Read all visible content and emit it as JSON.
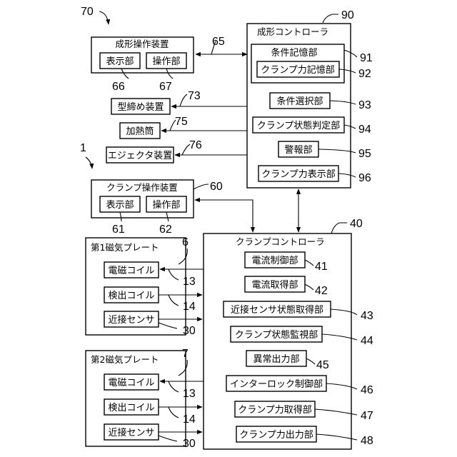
{
  "molding_operation_device": {
    "title": "成形操作装置",
    "display": "表示部",
    "operation": "操作部",
    "ref": "70",
    "ref_link": "65",
    "ref_display": "66",
    "ref_operation": "67"
  },
  "mold_clamping_device": {
    "label": "型締め装置",
    "ref": "73"
  },
  "heating_cylinder": {
    "label": "加熱筒",
    "ref": "75"
  },
  "ejector_device": {
    "label": "エジェクタ装置",
    "ref": "76"
  },
  "system_ref": "1",
  "molding_controller": {
    "title": "成形コントローラ",
    "ref": "90",
    "condition_storage": {
      "label": "条件記憶部",
      "ref": "91",
      "clamp_force_storage": {
        "label": "クランプ力記憶部",
        "ref": "92"
      }
    },
    "condition_selection": {
      "label": "条件選択部",
      "ref": "93"
    },
    "clamp_state_judgment": {
      "label": "クランプ状態判定部",
      "ref": "94"
    },
    "alarm": {
      "label": "警報部",
      "ref": "95"
    },
    "clamp_force_display": {
      "label": "クランプ力表示部",
      "ref": "96"
    }
  },
  "clamp_operation_device": {
    "title": "クランプ操作装置",
    "display": "表示部",
    "operation": "操作部",
    "ref": "60",
    "ref_display": "61",
    "ref_operation": "62"
  },
  "clamp_controller": {
    "title": "クランプコントローラ",
    "ref": "40",
    "items": [
      {
        "label": "電流制御部",
        "ref": "41"
      },
      {
        "label": "電流取得部",
        "ref": "42"
      },
      {
        "label": "近接センサ状態取得部",
        "ref": "43"
      },
      {
        "label": "クランプ状態監視部",
        "ref": "44"
      },
      {
        "label": "異常出力部",
        "ref": "45"
      },
      {
        "label": "インターロック制御部",
        "ref": "46"
      },
      {
        "label": "クランプ力取得部",
        "ref": "47"
      },
      {
        "label": "クランプ力出力部",
        "ref": "48"
      }
    ]
  },
  "plate1": {
    "title": "第1磁気プレート",
    "ref": "6",
    "coil": "電磁コイル",
    "coil_ref": "13",
    "detect": "検出コイル",
    "detect_ref": "14",
    "sensor": "近接センサ",
    "sensor_ref": "30"
  },
  "plate2": {
    "title": "第2磁気プレート",
    "ref": "7",
    "coil": "電磁コイル",
    "coil_ref": "13",
    "detect": "検出コイル",
    "detect_ref": "14",
    "sensor": "近接センサ",
    "sensor_ref": "30"
  }
}
